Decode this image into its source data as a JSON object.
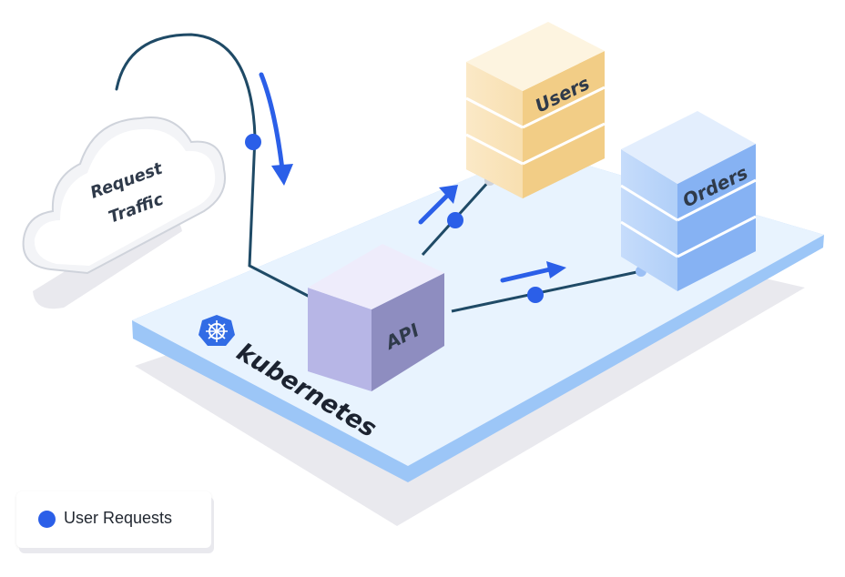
{
  "cloud": {
    "line1": "Request",
    "line2": "Traffic"
  },
  "services": {
    "users": "Users",
    "orders": "Orders",
    "api": "API"
  },
  "platform": {
    "brand": "kubernetes",
    "logo_icon": "kubernetes-helm-icon"
  },
  "legend": {
    "label": "User Requests",
    "color": "#2b5fe8"
  },
  "colors": {
    "request_dot": "#2b5fe8",
    "connector": "#1f4a66",
    "platform": "#e6f2fd",
    "platform_edge": "#9cc6f7"
  }
}
